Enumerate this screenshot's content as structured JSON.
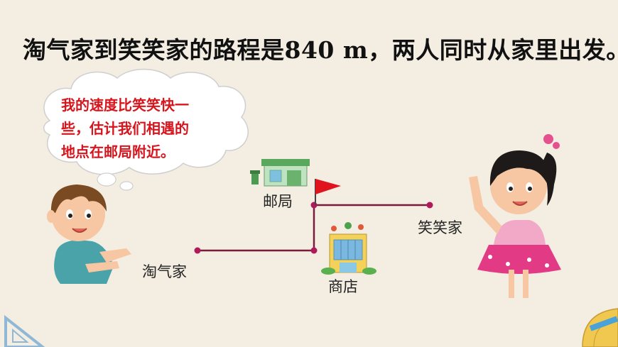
{
  "problem": {
    "title": "淘气家到笑笑家的路程是840 m，两人同时从家里出发。"
  },
  "speech_bubble": {
    "lines": [
      "我的速度比笑笑快一",
      "些，估计我们相遇的",
      "地点在邮局附近。"
    ]
  },
  "map": {
    "post_office_label": "邮局",
    "shop_label": "商店",
    "taoqi_home_label": "淘气家",
    "xiaoxiao_home_label": "笑笑家",
    "route_color": "#7a1d3d",
    "flag_color": "#e0141c"
  },
  "colors": {
    "background": "#f3ede2",
    "bubble_text": "#d8141c"
  }
}
